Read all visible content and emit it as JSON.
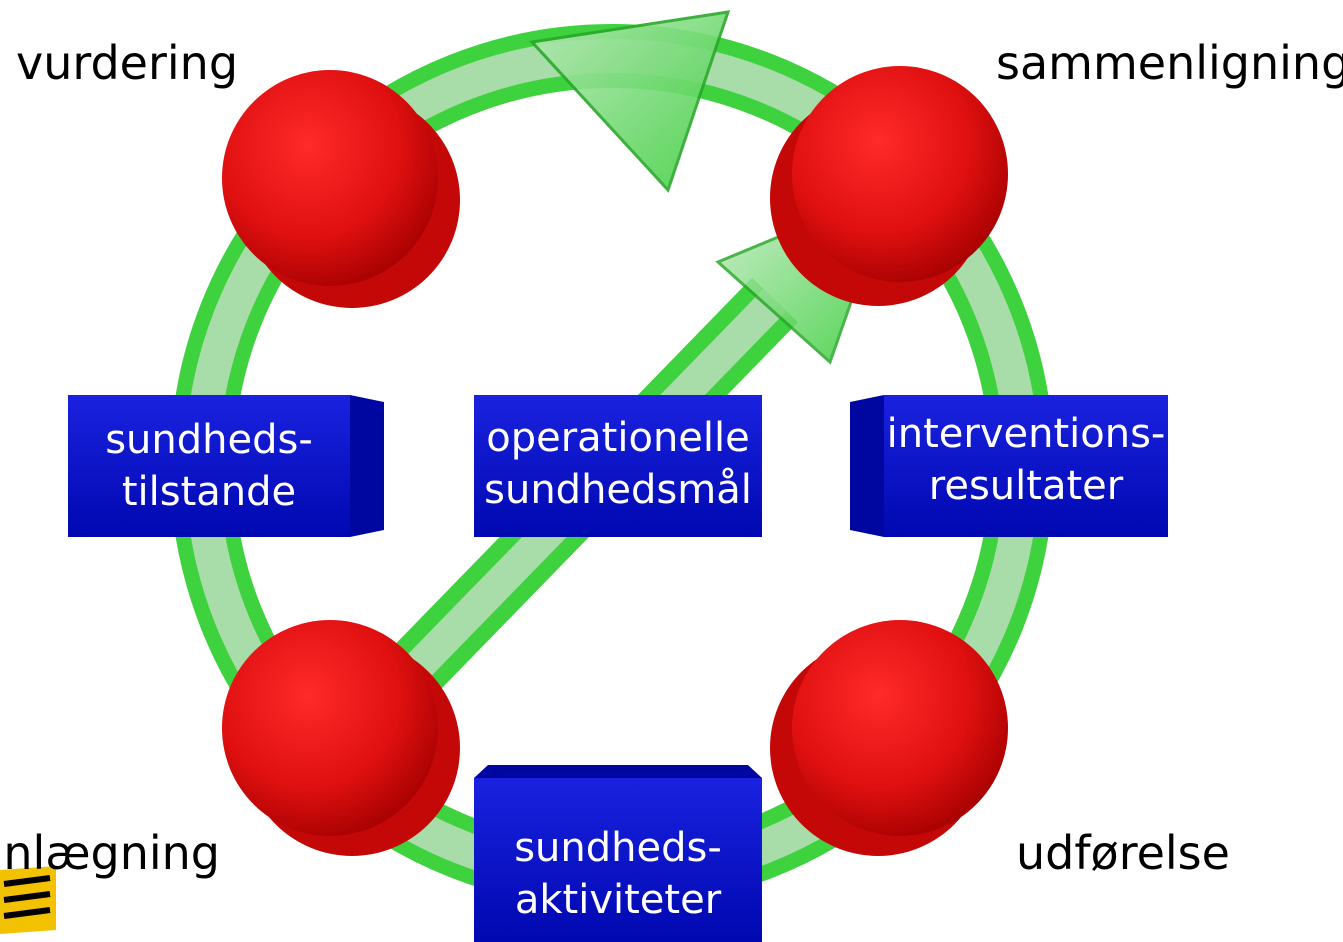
{
  "stages": {
    "top_left": "vurdering",
    "top_right": "sammenligning",
    "bottom_left": "planlægning",
    "bottom_right": "udførelse"
  },
  "boxes": {
    "left": {
      "line1": "sundheds-",
      "line2": "tilstande"
    },
    "center": {
      "line1": "operationelle",
      "line2": "sundhedsmål"
    },
    "right": {
      "line1": "interventions-",
      "line2": "resultater"
    },
    "bottom": {
      "line1": "sundheds-",
      "line2": "aktiviteter"
    }
  },
  "colors": {
    "ring": "#7fe07f",
    "disc": "#e01010",
    "box": "#0a10c8"
  }
}
